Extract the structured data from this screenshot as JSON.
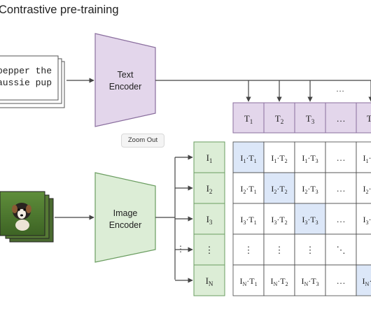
{
  "title": "Contrastive pre-training",
  "zoom_button": "Zoom Out",
  "text_snippet": [
    "pepper the",
    "aussie pup"
  ],
  "text_encoder": [
    "Text",
    "Encoder"
  ],
  "image_encoder": [
    "Image",
    "Encoder"
  ],
  "text_tokens": [
    {
      "b": "T",
      "s": "1"
    },
    {
      "b": "T",
      "s": "2"
    },
    {
      "b": "T",
      "s": "3"
    },
    {
      "b": "…",
      "s": ""
    },
    {
      "b": "T",
      "s": "N"
    }
  ],
  "image_tokens": [
    {
      "b": "I",
      "s": "1"
    },
    {
      "b": "I",
      "s": "2"
    },
    {
      "b": "I",
      "s": "3"
    },
    {
      "b": "⋮",
      "s": ""
    },
    {
      "b": "I",
      "s": "N"
    }
  ],
  "dots": {
    "h": "…",
    "v": "⋮",
    "d": "⋱"
  },
  "colors": {
    "text_fill": "#e3d6eb",
    "text_stroke": "#8a6e9e",
    "image_fill": "#dcedd6",
    "image_stroke": "#6a9d60",
    "diag_fill": "#dce7f8",
    "cell_stroke": "#444444",
    "arrow": "#444444"
  },
  "photo_icon": "dog-photo-stack"
}
